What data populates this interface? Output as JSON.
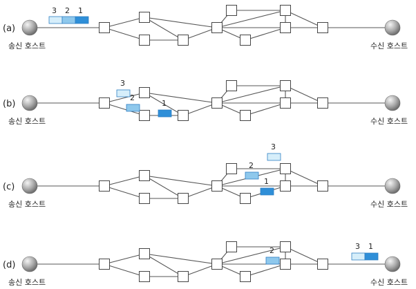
{
  "rows": [
    {
      "label": "(a)",
      "sender": "송신 호스트",
      "receiver": "수신 호스트",
      "packets": [
        {
          "num": "3",
          "shade": "light"
        },
        {
          "num": "2",
          "shade": "mid"
        },
        {
          "num": "1",
          "shade": "dark"
        }
      ]
    },
    {
      "label": "(b)",
      "sender": "송신 호스트",
      "receiver": "수신 호스트",
      "packets": [
        {
          "num": "3",
          "shade": "light"
        },
        {
          "num": "2",
          "shade": "mid"
        },
        {
          "num": "1",
          "shade": "dark"
        }
      ]
    },
    {
      "label": "(c)",
      "sender": "송신 호스트",
      "receiver": "수신 호스트",
      "packets": [
        {
          "num": "3",
          "shade": "light"
        },
        {
          "num": "2",
          "shade": "mid"
        },
        {
          "num": "1",
          "shade": "dark"
        }
      ]
    },
    {
      "label": "(d)",
      "sender": "송신 호스트",
      "receiver": "수신 호스트",
      "packets": [
        {
          "num": "2",
          "shade": "mid"
        },
        {
          "num": "3",
          "shade": "light"
        },
        {
          "num": "1",
          "shade": "dark"
        }
      ]
    }
  ],
  "colors": {
    "light": "#d6eefa",
    "mid": "#8ec8ec",
    "dark": "#2f8fd8",
    "packet_stroke": "#2f7fc4",
    "router_stroke": "#444444",
    "link": "#555555"
  }
}
